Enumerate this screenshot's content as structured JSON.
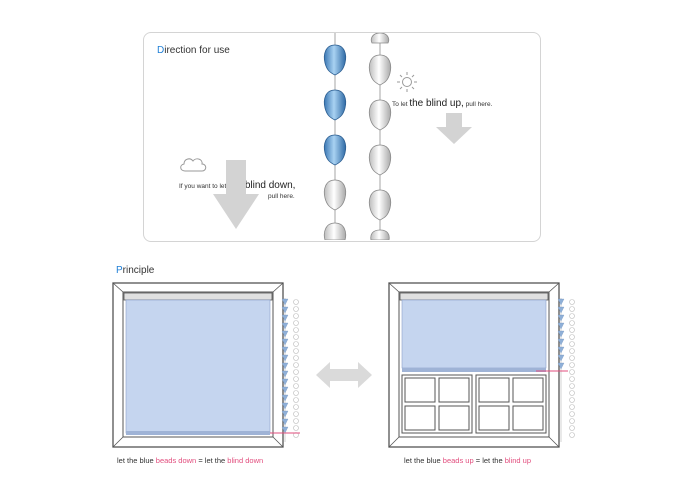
{
  "direction": {
    "heading_first": "D",
    "heading_rest": "irection for use",
    "up_prefix": "To let ",
    "up_emph": "the blind up,",
    "up_suffix": " pull here.",
    "down_prefix": "If you want to let ",
    "down_emph": "the blind down,",
    "down_suffix": "pull here.",
    "bead_blue": "#5a9fd4",
    "bead_clear": "#d9d9d9"
  },
  "principle": {
    "heading_first": "P",
    "heading_rest": "rinciple",
    "left": {
      "pre": "let the blue ",
      "beads": "beads down",
      "mid": " = let the ",
      "blind": "blind down"
    },
    "right": {
      "pre": "let the blue ",
      "beads": "beads up",
      "mid": " = let the ",
      "blind": "blind up"
    }
  },
  "colors": {
    "accent_blue": "#1f7fd6",
    "accent_pink": "#e24e7e",
    "blind_fill": "#c5d5ef"
  }
}
